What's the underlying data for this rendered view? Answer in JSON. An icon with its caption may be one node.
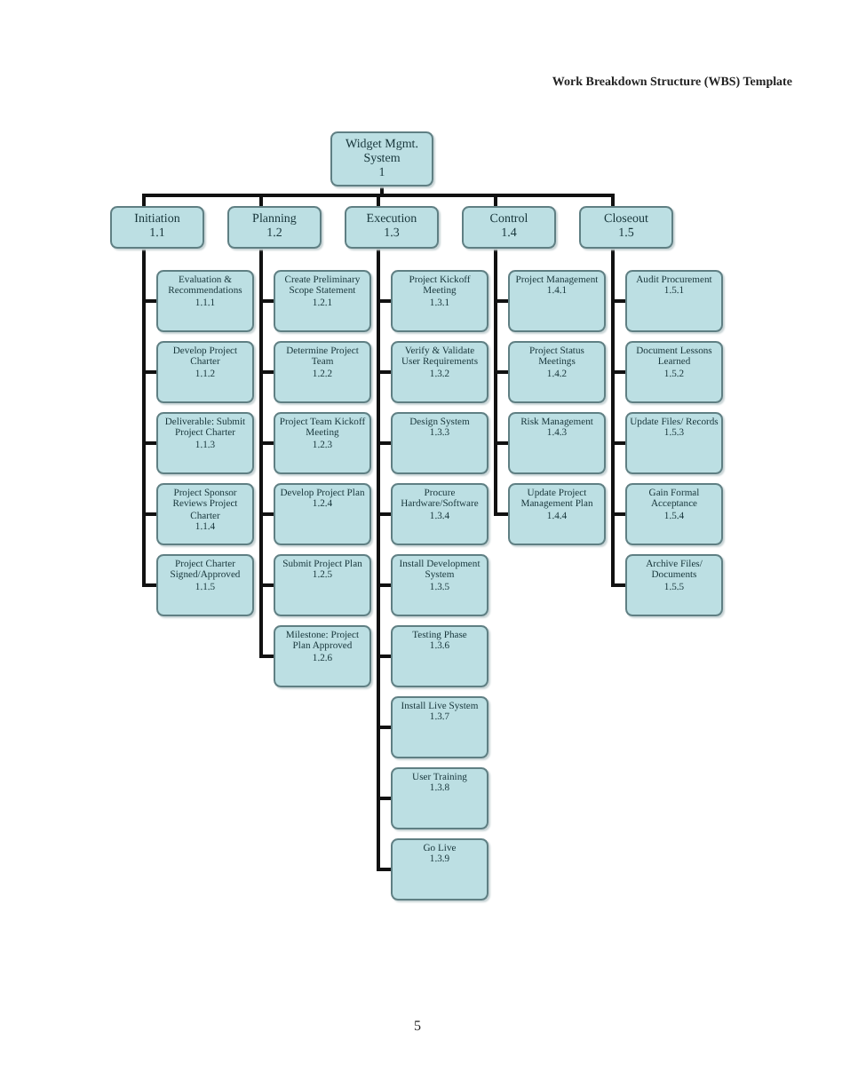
{
  "diagram": {
    "title": "Work Breakdown Structure (WBS) Template",
    "nodes": [
      {
        "text": [
          "Widget Mgmt. System",
          "1"
        ]
      },
      {
        "text": [
          "Initiation",
          "1.1"
        ]
      },
      {
        "text": [
          "Planning",
          "1.2"
        ]
      },
      {
        "text": [
          "Execution",
          "1.3"
        ]
      },
      {
        "text": [
          "Control",
          "1.4"
        ]
      },
      {
        "text": [
          "Closeout",
          "1.5"
        ]
      },
      {
        "text": [
          "Evaluation & Recommendations",
          "1.1.1"
        ]
      },
      {
        "text": [
          "Develop Project Charter",
          "1.1.2"
        ]
      },
      {
        "text": [
          "Deliverable: Submit Project Charter",
          "1.1.3"
        ]
      },
      {
        "text": [
          "Project Sponsor Reviews Project Charter",
          "1.1.4"
        ]
      },
      {
        "text": [
          "Project Charter Signed/Approved",
          "1.1.5"
        ]
      },
      {
        "text": [
          "Create Preliminary Scope Statement",
          "1.2.1"
        ]
      },
      {
        "text": [
          "Determine Project Team",
          "1.2.2"
        ]
      },
      {
        "text": [
          "Project Team Kickoff Meeting",
          "1.2.3"
        ]
      },
      {
        "text": [
          "Develop Project Plan",
          "1.2.4"
        ]
      },
      {
        "text": [
          "Submit Project Plan",
          "1.2.5"
        ]
      },
      {
        "text": [
          "Milestone: Project Plan Approved",
          "1.2.6"
        ]
      },
      {
        "text": [
          "Project Kickoff Meeting",
          "1.3.1"
        ]
      },
      {
        "text": [
          "Verify & Validate User Requirements",
          "1.3.2"
        ]
      },
      {
        "text": [
          "Design System",
          "1.3.3"
        ]
      },
      {
        "text": [
          "Procure Hardware/Software",
          "1.3.4"
        ]
      },
      {
        "text": [
          "Install Development System",
          "1.3.5"
        ]
      },
      {
        "text": [
          "Testing Phase",
          "1.3.6"
        ]
      },
      {
        "text": [
          "Install Live System",
          "1.3.7"
        ]
      },
      {
        "text": [
          "User Training",
          "1.3.8"
        ]
      },
      {
        "text": [
          "Go Live",
          "1.3.9"
        ]
      },
      {
        "text": [
          "Project Management",
          "1.4.1"
        ]
      },
      {
        "text": [
          "Project Status Meetings",
          "1.4.2"
        ]
      },
      {
        "text": [
          "Risk Management",
          "1.4.3"
        ]
      },
      {
        "text": [
          "Update Project Management Plan",
          "1.4.4"
        ]
      },
      {
        "text": [
          "Audit Procurement",
          "1.5.1"
        ]
      },
      {
        "text": [
          "Document Lessons Learned",
          "1.5.2"
        ]
      },
      {
        "text": [
          "Update Files/ Records",
          "1.5.3"
        ]
      },
      {
        "text": [
          "Gain Formal Acceptance",
          "1.5.4"
        ]
      },
      {
        "text": [
          "Archive Files/ Documents",
          "1.5.5"
        ]
      }
    ],
    "edges": [
      {
        "from": 0,
        "to": 1,
        "arrow": "none"
      },
      {
        "from": 0,
        "to": 2,
        "arrow": "none"
      },
      {
        "from": 0,
        "to": 3,
        "arrow": "none"
      },
      {
        "from": 0,
        "to": 4,
        "arrow": "none"
      },
      {
        "from": 0,
        "to": 5,
        "arrow": "none"
      },
      {
        "from": 1,
        "to": 6,
        "arrow": "none"
      },
      {
        "from": 1,
        "to": 7,
        "arrow": "none"
      },
      {
        "from": 1,
        "to": 8,
        "arrow": "none"
      },
      {
        "from": 1,
        "to": 9,
        "arrow": "none"
      },
      {
        "from": 1,
        "to": 10,
        "arrow": "none"
      },
      {
        "from": 2,
        "to": 11,
        "arrow": "none"
      },
      {
        "from": 2,
        "to": 12,
        "arrow": "none"
      },
      {
        "from": 2,
        "to": 13,
        "arrow": "none"
      },
      {
        "from": 2,
        "to": 14,
        "arrow": "none"
      },
      {
        "from": 2,
        "to": 15,
        "arrow": "none"
      },
      {
        "from": 2,
        "to": 16,
        "arrow": "none"
      },
      {
        "from": 3,
        "to": 17,
        "arrow": "none"
      },
      {
        "from": 3,
        "to": 18,
        "arrow": "none"
      },
      {
        "from": 3,
        "to": 19,
        "arrow": "none"
      },
      {
        "from": 3,
        "to": 20,
        "arrow": "none"
      },
      {
        "from": 3,
        "to": 21,
        "arrow": "none"
      },
      {
        "from": 3,
        "to": 22,
        "arrow": "none"
      },
      {
        "from": 3,
        "to": 23,
        "arrow": "none"
      },
      {
        "from": 3,
        "to": 24,
        "arrow": "none"
      },
      {
        "from": 3,
        "to": 25,
        "arrow": "none"
      },
      {
        "from": 4,
        "to": 26,
        "arrow": "none"
      },
      {
        "from": 4,
        "to": 27,
        "arrow": "none"
      },
      {
        "from": 4,
        "to": 28,
        "arrow": "none"
      },
      {
        "from": 4,
        "to": 29,
        "arrow": "none"
      },
      {
        "from": 5,
        "to": 30,
        "arrow": "none"
      },
      {
        "from": 5,
        "to": 31,
        "arrow": "none"
      },
      {
        "from": 5,
        "to": 32,
        "arrow": "none"
      },
      {
        "from": 5,
        "to": 33,
        "arrow": "none"
      },
      {
        "from": 5,
        "to": 34,
        "arrow": "none"
      }
    ],
    "labels": [
      "5"
    ]
  }
}
